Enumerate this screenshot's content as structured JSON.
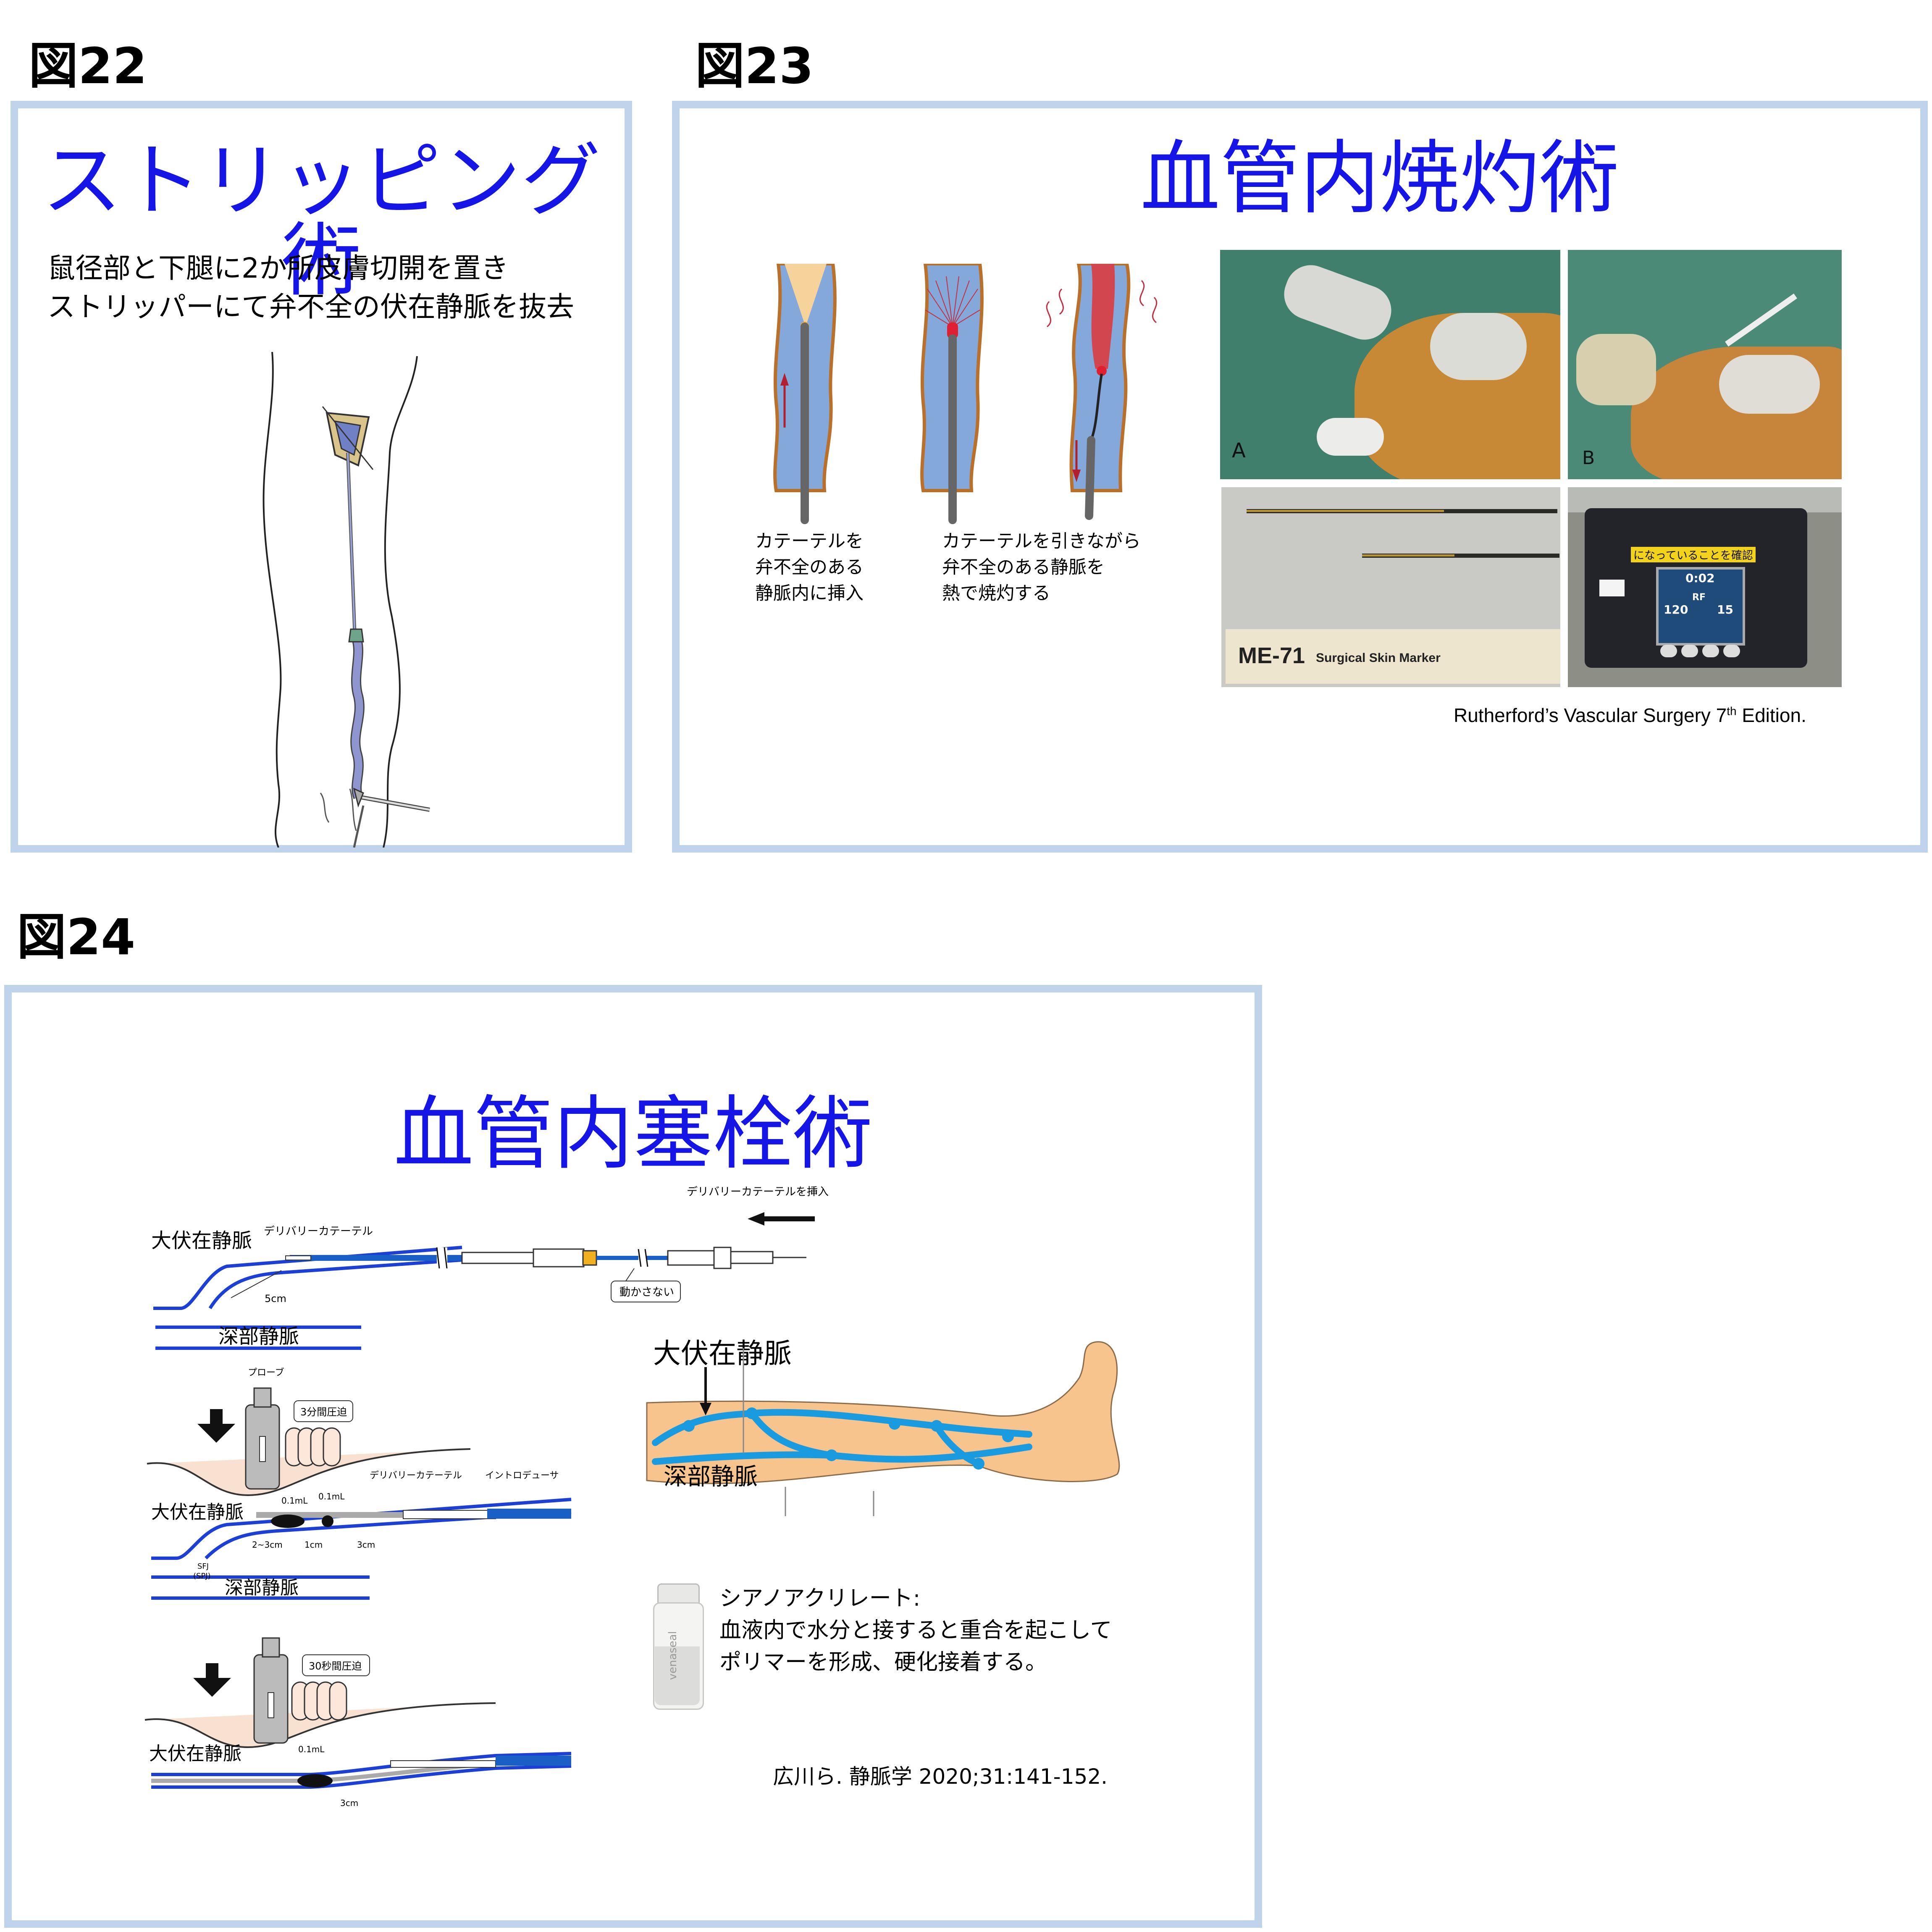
{
  "fig22": {
    "label": "図22",
    "title": "ストリッピング術",
    "lines": [
      "鼠径部と下腿に2か所皮膚切開を置き",
      "ストリッパーにて弁不全の伏在静脈を抜去"
    ]
  },
  "fig23": {
    "label": "図23",
    "title": "血管内焼灼術",
    "caption1": [
      "カテーテルを",
      "弁不全のある",
      "静脈内に挿入"
    ],
    "caption2": [
      "カテーテルを引きながら",
      "弁不全のある静脈を",
      "熱で焼灼する"
    ],
    "photo_a": "A",
    "photo_b": "B",
    "ruler_text": "ME-71",
    "ruler_sub": "Surgical Skin Marker",
    "device_screen": {
      "time": "0:02",
      "mode": "RF",
      "left": "120",
      "right": "15"
    },
    "device_sticker": "になっていることを確認",
    "citation_main": "Rutherford’s Vascular Surgery 7",
    "citation_sup": "th",
    "citation_end": " Edition."
  },
  "fig24": {
    "label": "図24",
    "title": "血管内塞栓術",
    "gsv": "大伏在静脈",
    "deep": "深部静脈",
    "delivery_catheter": "デリバリーカテーテル",
    "insert_delivery": "デリバリーカテーテルを挿入",
    "do_not_move": "動かさない",
    "dist_5cm": "5cm",
    "probe": "プローブ",
    "press3": "3分間圧迫",
    "press30": "30秒間圧迫",
    "introducer": "イントロデューサ",
    "dose1": "0.1mL",
    "dose2": "0.1mL",
    "dose3": "0.1mL",
    "d_2_3": "2~3cm",
    "d_1": "1cm",
    "d_3a": "3cm",
    "d_3b": "3cm",
    "sfj": "SFJ",
    "spj": "(SPJ)",
    "leg_gsv": "大伏在静脈",
    "leg_deep": "深部静脈",
    "vial_label": "venaseal",
    "cyano_lines": [
      "シアノアクリレート:",
      "血液内で水分と接すると重合を起こして",
      "ポリマーを形成、硬化接着する。"
    ],
    "citation": "広川ら. 静脈学 2020;31:141-152."
  }
}
